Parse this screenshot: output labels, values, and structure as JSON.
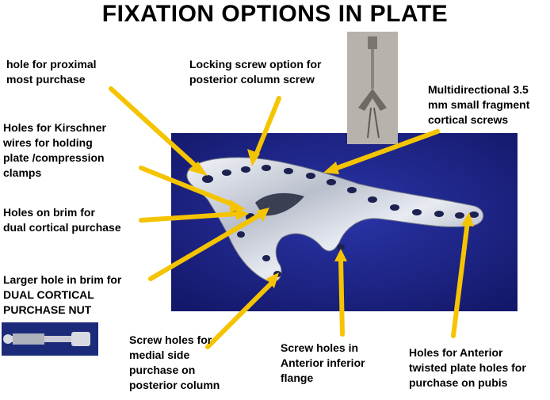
{
  "title": "FIXATION OPTIONS IN PLATE",
  "labels": {
    "proximal_hole": "hole for proximal\nmost purchase",
    "locking_screw": "Locking screw option for\nposterior column screw",
    "multidirectional": "Multidirectional 3.5\nmm small fragment\ncortical screws",
    "kirschner": "Holes for Kirschner\nwires for holding\nplate /compression\nclamps",
    "brim_holes": "Holes on brim for\ndual cortical purchase",
    "larger_hole": "Larger hole in brim for\nDUAL CORTICAL\nPURCHASE NUT",
    "medial_side": "Screw holes for\nmedial side\npurchase on\nposterior column",
    "anterior_inferior": "Screw holes in\nAnterior inferior\nflange",
    "anterior_twisted": "Holes for Anterior\ntwisted plate holes for\npurchase on  pubis"
  },
  "colors": {
    "arrow": "#f5c400",
    "background_cloth": "#1a1f7a",
    "plate_metal": "#cfd3dc"
  },
  "icons": {
    "main_photo": "plate-photo",
    "screw_tool_photo": "locking-screw-tool-photo",
    "nut_photo": "purchase-nut-photo"
  }
}
